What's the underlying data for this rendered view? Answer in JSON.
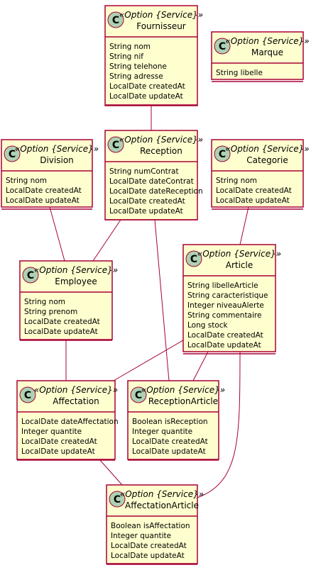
{
  "diagram": {
    "icon_letter": "C",
    "classes": [
      {
        "id": "fournisseur",
        "stereotype": "«Option {Service}»",
        "name": "Fournisseur",
        "attributes": [
          "String nom",
          "String nif",
          "String telehone",
          "String adresse",
          "LocalDate createdAt",
          "LocalDate updateAt"
        ]
      },
      {
        "id": "marque",
        "stereotype": "«Option {Service}»",
        "name": "Marque",
        "attributes": [
          "String libelle"
        ]
      },
      {
        "id": "division",
        "stereotype": "«Option {Service}»",
        "name": "Division",
        "attributes": [
          "String nom",
          "LocalDate createdAt",
          "LocalDate updateAt"
        ]
      },
      {
        "id": "reception",
        "stereotype": "«Option {Service}»",
        "name": "Reception",
        "attributes": [
          "String numContrat",
          "LocalDate dateContrat",
          "LocalDate dateReception",
          "LocalDate createdAt",
          "LocalDate updateAt"
        ]
      },
      {
        "id": "categorie",
        "stereotype": "«Option {Service}»",
        "name": "Categorie",
        "attributes": [
          "String nom",
          "LocalDate createdAt",
          "LocalDate updateAt"
        ]
      },
      {
        "id": "article",
        "stereotype": "«Option {Service}»",
        "name": "Article",
        "attributes": [
          "String libelleArticle",
          "String caracteristique",
          "Integer niveauAlerte",
          "String commentaire",
          "Long stock",
          "LocalDate createdAt",
          "LocalDate updateAt"
        ]
      },
      {
        "id": "employee",
        "stereotype": "«Option {Service}»",
        "name": "Employee",
        "attributes": [
          "String nom",
          "String prenom",
          "LocalDate createdAt",
          "LocalDate updateAt"
        ]
      },
      {
        "id": "affectation",
        "stereotype": "«Option {Service}»",
        "name": "Affectation",
        "attributes": [
          "LocalDate dateAffectation",
          "Integer quantite",
          "LocalDate createdAt",
          "LocalDate updateAt"
        ]
      },
      {
        "id": "receptionarticle",
        "stereotype": "«Option {Service}»",
        "name": "ReceptionArticle",
        "attributes": [
          "Boolean isReception",
          "Integer quantite",
          "LocalDate createdAt",
          "LocalDate updateAt"
        ]
      },
      {
        "id": "affectationarticle",
        "stereotype": "«Option {Service}»",
        "name": "AffectationArticle",
        "attributes": [
          "Boolean isAffectation",
          "Integer quantite",
          "LocalDate createdAt",
          "LocalDate updateAt"
        ]
      }
    ],
    "relations": [
      {
        "from": "fournisseur",
        "to": "reception"
      },
      {
        "from": "division",
        "to": "employee"
      },
      {
        "from": "reception",
        "to": "employee"
      },
      {
        "from": "reception",
        "to": "receptionarticle"
      },
      {
        "from": "categorie",
        "to": "article"
      },
      {
        "from": "employee",
        "to": "affectation"
      },
      {
        "from": "article",
        "to": "affectation"
      },
      {
        "from": "article",
        "to": "receptionarticle"
      },
      {
        "from": "article",
        "to": "affectationarticle"
      },
      {
        "from": "affectation",
        "to": "affectationarticle"
      }
    ]
  }
}
